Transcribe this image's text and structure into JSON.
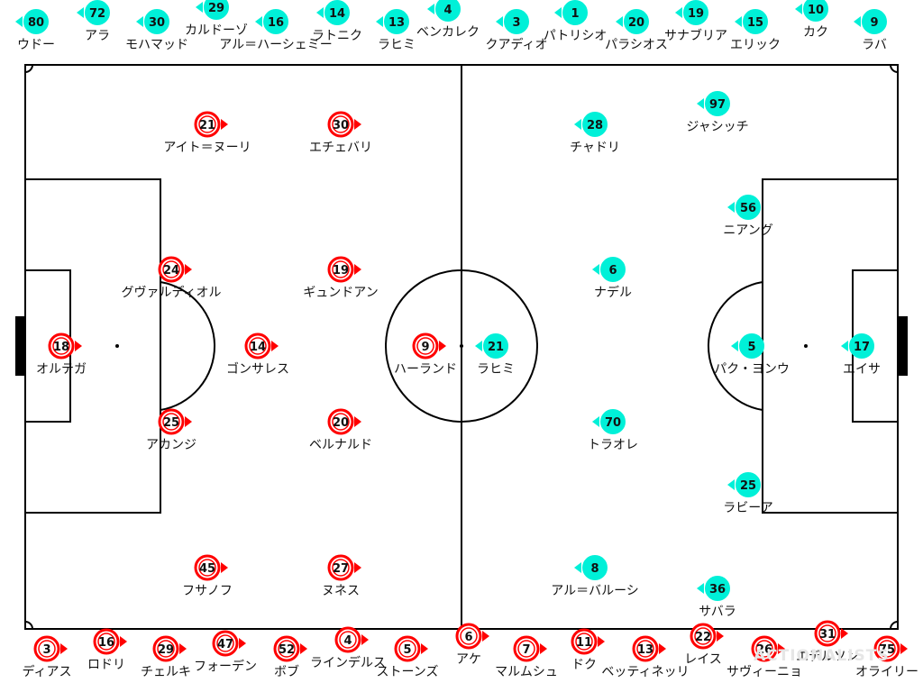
{
  "colors": {
    "home": "#ff0000",
    "away": "#00f0d8",
    "line": "#000000",
    "background": "#ffffff"
  },
  "brand": "ACTIONALISTS",
  "home_starters": [
    {
      "num": "18",
      "name": "オルテガ"
    },
    {
      "num": "21",
      "name": "アイト＝ヌーリ"
    },
    {
      "num": "24",
      "name": "グヴァルディオル"
    },
    {
      "num": "25",
      "name": "アカンジ"
    },
    {
      "num": "45",
      "name": "フサノフ"
    },
    {
      "num": "14",
      "name": "ゴンサレス"
    },
    {
      "num": "30",
      "name": "エチェバリ"
    },
    {
      "num": "19",
      "name": "ギュンドアン"
    },
    {
      "num": "20",
      "name": "ベルナルド"
    },
    {
      "num": "27",
      "name": "ヌネス"
    },
    {
      "num": "9",
      "name": "ハーランド"
    }
  ],
  "away_starters": [
    {
      "num": "21",
      "name": "ラヒミ"
    },
    {
      "num": "28",
      "name": "チャドリ"
    },
    {
      "num": "6",
      "name": "ナデル"
    },
    {
      "num": "70",
      "name": "トラオレ"
    },
    {
      "num": "8",
      "name": "アル＝バルーシ"
    },
    {
      "num": "97",
      "name": "ジャシッチ"
    },
    {
      "num": "56",
      "name": "ニアング"
    },
    {
      "num": "5",
      "name": "パク・ヨンウ"
    },
    {
      "num": "25",
      "name": "ラビーア"
    },
    {
      "num": "36",
      "name": "サバラ"
    },
    {
      "num": "17",
      "name": "エイサ"
    }
  ],
  "away_bench": [
    {
      "num": "80",
      "name": "ウドー"
    },
    {
      "num": "72",
      "name": "アラ"
    },
    {
      "num": "30",
      "name": "モハマッド"
    },
    {
      "num": "29",
      "name": "カルドーゾ"
    },
    {
      "num": "16",
      "name": "アル＝ハーシェミー"
    },
    {
      "num": "14",
      "name": "ラトニク"
    },
    {
      "num": "13",
      "name": "ラヒミ"
    },
    {
      "num": "4",
      "name": "ベンカレク"
    },
    {
      "num": "3",
      "name": "クアディオ"
    },
    {
      "num": "1",
      "name": "パトリシオ"
    },
    {
      "num": "20",
      "name": "パラシオス"
    },
    {
      "num": "19",
      "name": "サナブリア"
    },
    {
      "num": "15",
      "name": "エリック"
    },
    {
      "num": "10",
      "name": "カク"
    },
    {
      "num": "9",
      "name": "ラバ"
    }
  ],
  "home_bench": [
    {
      "num": "3",
      "name": "ディアス"
    },
    {
      "num": "16",
      "name": "ロドリ"
    },
    {
      "num": "29",
      "name": "チェルキ"
    },
    {
      "num": "47",
      "name": "フォーデン"
    },
    {
      "num": "52",
      "name": "ボブ"
    },
    {
      "num": "4",
      "name": "ラインデルス"
    },
    {
      "num": "5",
      "name": "ストーンズ"
    },
    {
      "num": "6",
      "name": "アケ"
    },
    {
      "num": "7",
      "name": "マルムシュ"
    },
    {
      "num": "11",
      "name": "ドク"
    },
    {
      "num": "13",
      "name": "ベッティネッリ"
    },
    {
      "num": "22",
      "name": "レイス"
    },
    {
      "num": "26",
      "name": "サヴィーニョ"
    },
    {
      "num": "31",
      "name": "エデルソン"
    },
    {
      "num": "75",
      "name": "オライリー"
    }
  ]
}
